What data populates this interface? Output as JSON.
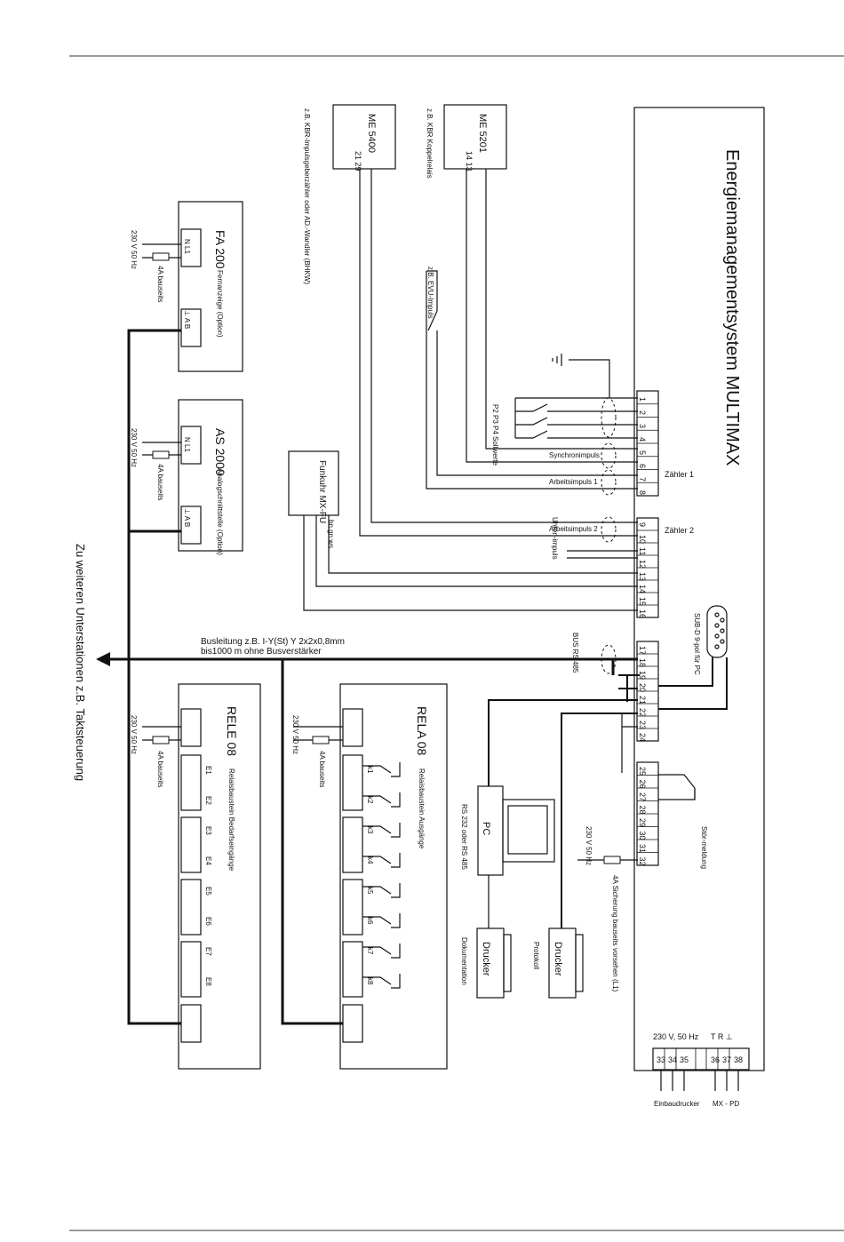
{
  "main_unit": {
    "title": "Energiemanagementsystem MULTIMAX",
    "terminals_top": [
      "1",
      "2",
      "3",
      "4",
      "5",
      "6",
      "7",
      "8"
    ],
    "terminals_mid": [
      "9",
      "10",
      "11",
      "12",
      "13",
      "14",
      "15",
      "16"
    ],
    "terminals_bus": [
      "17",
      "18",
      "19",
      "20",
      "21",
      "22",
      "23",
      "24"
    ],
    "terminals_low": [
      "25",
      "26",
      "27",
      "28",
      "29",
      "30",
      "31",
      "32"
    ],
    "terminals_bottom": [
      "33",
      "34",
      "35",
      "36",
      "37",
      "38"
    ],
    "zaehler1": "Zähler 1",
    "zaehler2": "Zähler 2",
    "bottom_power": "230 V, 50 Hz",
    "bottom_trs": "T   R   ⊥",
    "einbaudrucker": "Einbaudrucker",
    "mxpd": "MX - PD",
    "stoermeldung": "Stör-meldung",
    "power_main": "230 V 50 Hz",
    "fuse_main": "4A Sicherung bauseits vorsehen (L1)"
  },
  "signals": {
    "synchronimpuls": "Synchronimpuls",
    "arbeitsimpuls1": "Arbeitsimpuls 1",
    "arbeitsimpuls2": "Arbeitsimpuls 2",
    "sollwerte": "P2  P3  P4 Sollwerte",
    "uhrenimpuls": "Uhren-impuls",
    "evu": "z.B. EVU-Impuls",
    "bus_rs485": "BUS RS 485",
    "subd": "SUB-D 9-pol für PC"
  },
  "me5201": {
    "name": "ME 5201",
    "t1": "14",
    "t2": "13",
    "caption": "z.B. KBR Koppelrelais"
  },
  "me5400": {
    "name": "ME 5400",
    "t1": "21",
    "t2": "29",
    "caption": "z.B. KBR-Impulsgeberzähler oder AD.-Wandler (BHKW)"
  },
  "funkuhr": {
    "name": "Funkuhr MX-FU",
    "wires": [
      "bn",
      "gn",
      "ws"
    ]
  },
  "fa200": {
    "name": "FA 200",
    "desc": "Fernanzeige (Option)",
    "power": "230 V 50 Hz",
    "fuse": "4A bauseits"
  },
  "as2000": {
    "name": "AS 2000",
    "desc": "Analogschnittstelle (Option)",
    "power": "230 V 50 Hz",
    "fuse": "4A bauseits"
  },
  "rele08": {
    "name": "RELE 08",
    "desc": "Relaisbaustein Bedarfseingänge",
    "power": "230 V 50 Hz",
    "fuse": "4A bauseits",
    "inputs": [
      "E1",
      "E2",
      "E3",
      "E4",
      "E5",
      "E6",
      "E7",
      "E8"
    ]
  },
  "rela08": {
    "name": "RELA 08",
    "desc": "Relaisbaustein Ausgänge",
    "power": "230 V 50 Hz",
    "fuse": "4A bauseits",
    "relays": [
      "k1",
      "k2",
      "k3",
      "k4",
      "k5",
      "k6",
      "k7",
      "k8"
    ]
  },
  "pc": {
    "name": "PC",
    "iface": "RS 232 oder RS 485"
  },
  "drucker_doc": {
    "name": "Drucker",
    "caption": "Dokumentation"
  },
  "drucker_prot": {
    "name": "Drucker",
    "caption": "Protokoll"
  },
  "bus": {
    "line1": "Busleitung z.B. I-Y(St) Y 2x2x0,8mm",
    "line2": "bis1000 m ohne Busverstärker",
    "further": "Zu weiteren Unterstationen z.B. Taktsteuerung"
  }
}
